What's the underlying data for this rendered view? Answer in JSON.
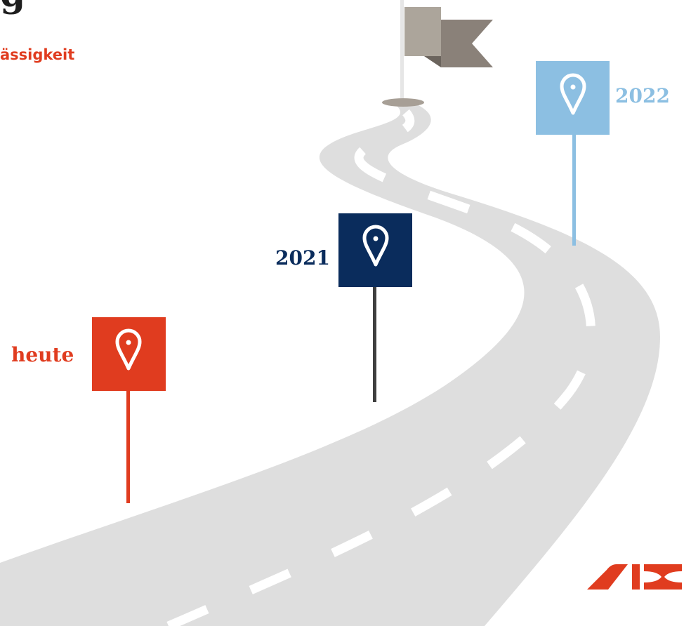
{
  "header": {
    "title_fragment": "g",
    "subtitle_fragment": "ässigkeit"
  },
  "milestones": [
    {
      "label": "heute",
      "color": "#e03c1f",
      "icon": "map-pin-icon"
    },
    {
      "label": "2021",
      "color": "#0a2c5c",
      "icon": "map-pin-icon"
    },
    {
      "label": "2022",
      "color": "#8cbfe2",
      "icon": "map-pin-icon"
    }
  ],
  "goal": {
    "icon": "flag-icon",
    "colors": [
      "#aca59b",
      "#8a8179"
    ]
  },
  "road": {
    "color": "#dedede",
    "marking_color": "#ffffff"
  },
  "logo": {
    "text": "SIX",
    "color": "#e03c1f"
  }
}
